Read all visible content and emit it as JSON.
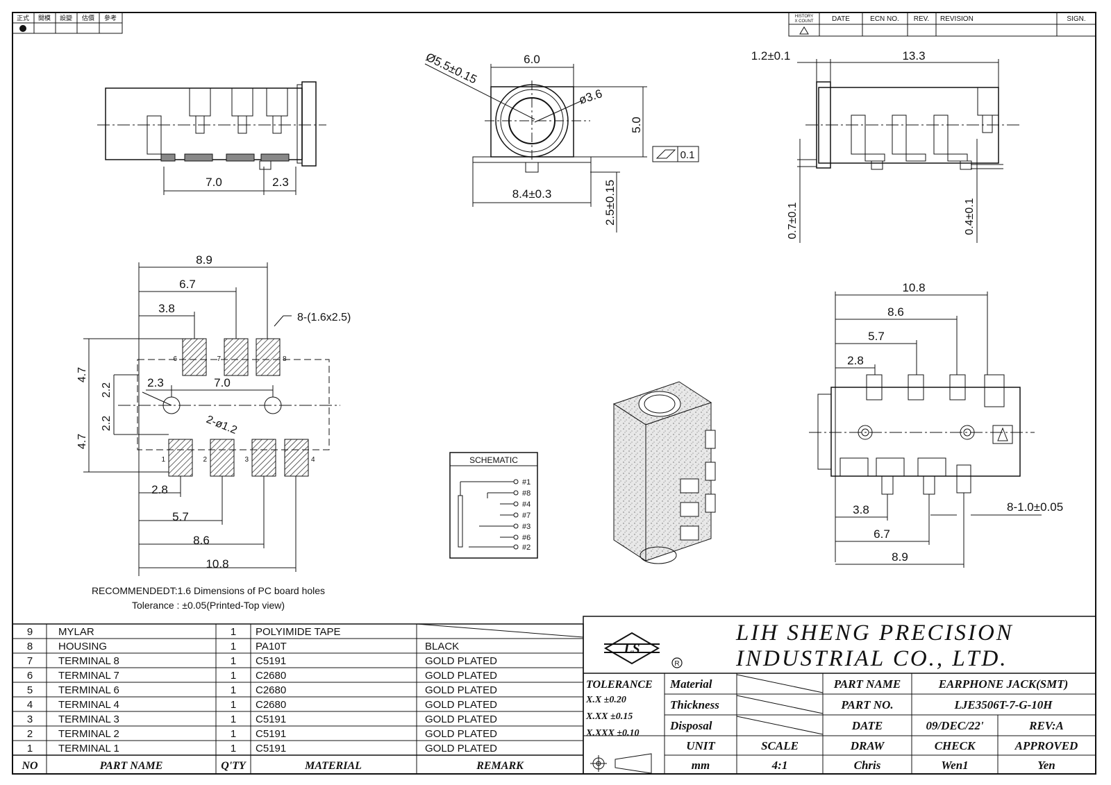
{
  "top_legend": [
    "正式",
    "開模",
    "設變",
    "估價",
    "參考"
  ],
  "revision_header": {
    "history": "HISTORY",
    "x_count": "X COUNT",
    "date": "DATE",
    "ecn": "ECN NO.",
    "rev": "REV.",
    "revision": "REVISION",
    "sign": "SIGN."
  },
  "side_view_dims": {
    "d1": "7.0",
    "d2": "2.3"
  },
  "front_view_dims": {
    "width": "6.0",
    "outer_dia": "Ø5.5±0.15",
    "inner_dia": "ø3.6",
    "height": "5.0",
    "flatness": "0.1",
    "base_width": "8.4±0.3",
    "pin": "2.5±0.15"
  },
  "right_view_dims": {
    "lead": "1.2±0.1",
    "length": "13.3",
    "t1": "0.7±0.1",
    "t2": "0.4±0.1"
  },
  "pcb_layout": {
    "dims_top": [
      "8.9",
      "6.7",
      "3.8"
    ],
    "dims_bottom": [
      "2.8",
      "5.7",
      "8.6",
      "10.8"
    ],
    "pad_note": "8-(1.6x2.5)",
    "hole_dims": [
      "2.3",
      "7.0",
      "2-ø1.2"
    ],
    "vert_dims": [
      "4.7",
      "2.2",
      "2.2",
      "4.7"
    ],
    "pin_labels_top": [
      "6",
      "7",
      "8"
    ],
    "pin_labels_bottom": [
      "1",
      "2",
      "3",
      "4"
    ],
    "note1": "RECOMMENDEDT:1.6 Dimensions of PC board holes",
    "note2": "Tolerance : ±0.05(Printed-Top view)"
  },
  "schematic": {
    "title": "SCHEMATIC",
    "pins": [
      "#1",
      "#8",
      "#4",
      "#7",
      "#3",
      "#6",
      "#2"
    ]
  },
  "bottom_view_dims": {
    "top": [
      "10.8",
      "8.6",
      "5.7",
      "2.8"
    ],
    "bottom": [
      "3.8",
      "6.7",
      "8.9"
    ],
    "lead_note": "8-1.0±0.05"
  },
  "bom": {
    "headers": [
      "NO",
      "PART NAME",
      "Q'TY",
      "MATERIAL",
      "REMARK"
    ],
    "rows": [
      [
        "9",
        "MYLAR",
        "1",
        "POLYIMIDE TAPE",
        ""
      ],
      [
        "8",
        "HOUSING",
        "1",
        "PA10T",
        "BLACK"
      ],
      [
        "7",
        "TERMINAL 8",
        "1",
        "C5191",
        "GOLD PLATED"
      ],
      [
        "6",
        "TERMINAL 7",
        "1",
        "C2680",
        "GOLD PLATED"
      ],
      [
        "5",
        "TERMINAL 6",
        "1",
        "C2680",
        "GOLD PLATED"
      ],
      [
        "4",
        "TERMINAL 4",
        "1",
        "C2680",
        "GOLD PLATED"
      ],
      [
        "3",
        "TERMINAL 3",
        "1",
        "C5191",
        "GOLD PLATED"
      ],
      [
        "2",
        "TERMINAL 2",
        "1",
        "C5191",
        "GOLD PLATED"
      ],
      [
        "1",
        "TERMINAL 1",
        "1",
        "C5191",
        "GOLD PLATED"
      ]
    ]
  },
  "title_block": {
    "company_line1": "LIH SHENG PRECISION",
    "company_line2": "INDUSTRIAL CO., LTD.",
    "tolerance_label": "TOLERANCE",
    "tol_xx": "X.X   ±0.20",
    "tol_xxx": "X.XX  ±0.15",
    "tol_xxxx": "X.XXX ±0.10",
    "material": "Material",
    "thickness": "Thickness",
    "disposal": "Disposal",
    "part_name_label": "PART NAME",
    "part_name": "EARPHONE JACK(SMT)",
    "part_no_label": "PART NO.",
    "part_no": "LJE3506T-7-G-10H",
    "date_label": "DATE",
    "date": "09/DEC/22'",
    "rev": "REV:A",
    "unit_label": "UNIT",
    "scale_label": "SCALE",
    "draw_label": "DRAW",
    "check_label": "CHECK",
    "approved_label": "APPROVED",
    "unit": "mm",
    "scale": "4:1",
    "draw": "Chris",
    "check": "Wen1",
    "approved": "Yen"
  },
  "colors": {
    "ink": "#111111",
    "paper": "#ffffff",
    "hatch": "#333333"
  }
}
